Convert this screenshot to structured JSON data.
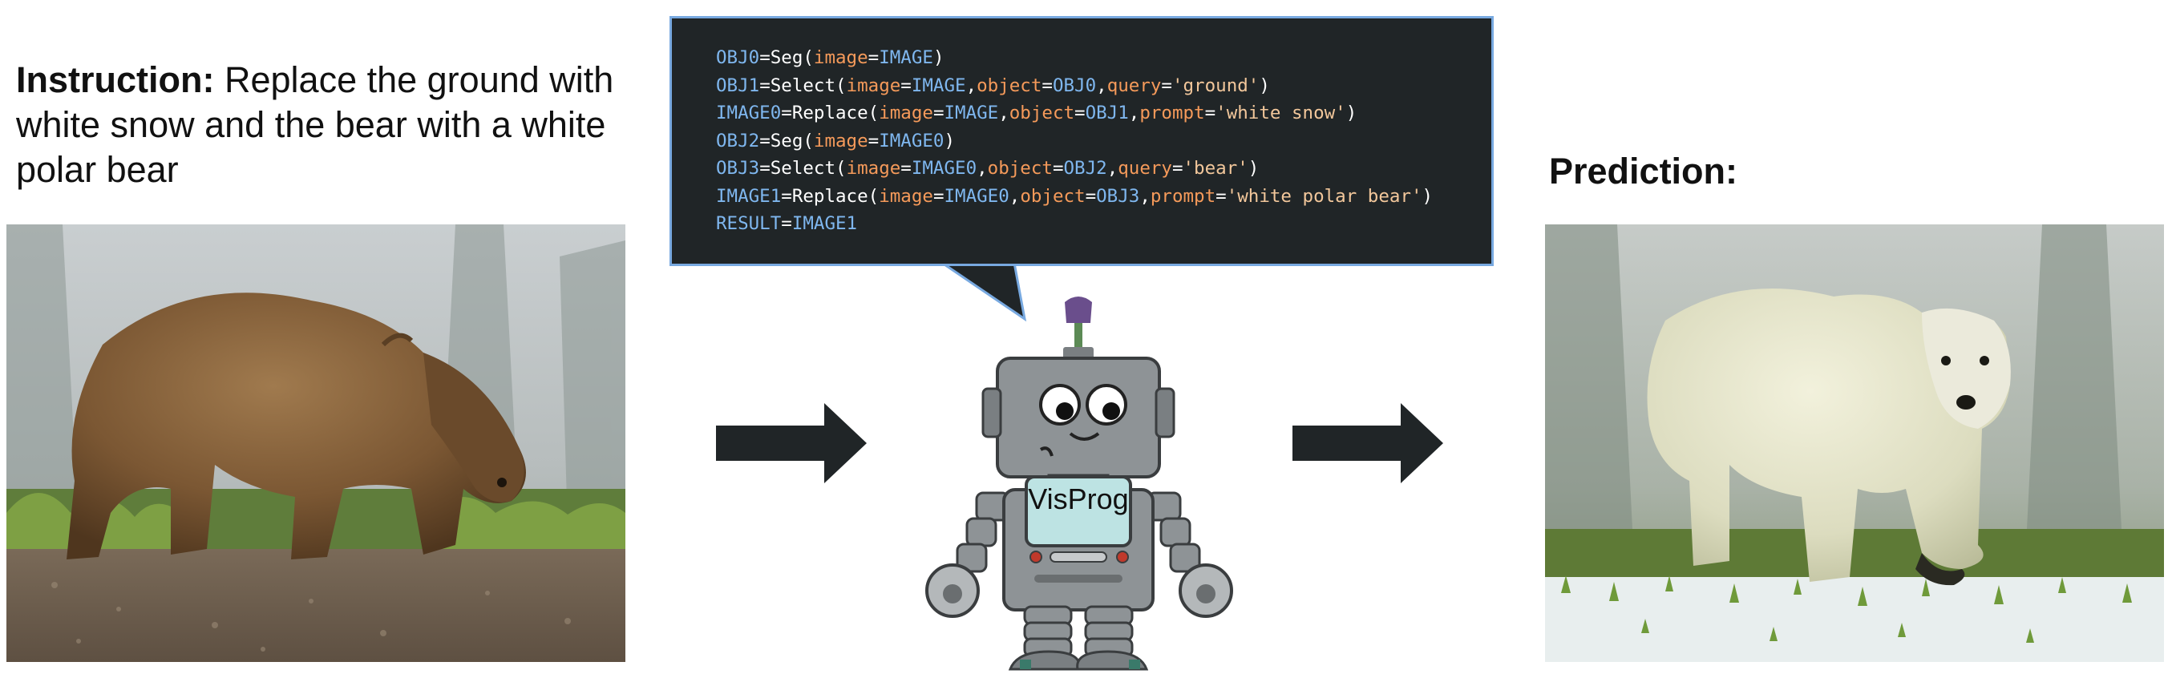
{
  "instruction": {
    "label": "Instruction:",
    "text": " Replace the ground with white snow and the bear with a white polar bear"
  },
  "prediction_label": "Prediction:",
  "program": {
    "lines": [
      [
        [
          "var",
          "OBJ0"
        ],
        [
          "pun",
          "="
        ],
        [
          "fn",
          "Seg"
        ],
        [
          "pun",
          "("
        ],
        [
          "arg",
          "image"
        ],
        [
          "pun",
          "="
        ],
        [
          "var",
          "IMAGE"
        ],
        [
          "pun",
          ")"
        ]
      ],
      [
        [
          "var",
          "OBJ1"
        ],
        [
          "pun",
          "="
        ],
        [
          "fn",
          "Select"
        ],
        [
          "pun",
          "("
        ],
        [
          "arg",
          "image"
        ],
        [
          "pun",
          "="
        ],
        [
          "var",
          "IMAGE"
        ],
        [
          "pun",
          ","
        ],
        [
          "arg",
          "object"
        ],
        [
          "pun",
          "="
        ],
        [
          "var",
          "OBJ0"
        ],
        [
          "pun",
          ","
        ],
        [
          "arg",
          "query"
        ],
        [
          "pun",
          "="
        ],
        [
          "str",
          "'ground'"
        ],
        [
          "pun",
          ")"
        ]
      ],
      [
        [
          "var",
          "IMAGE0"
        ],
        [
          "pun",
          "="
        ],
        [
          "fn",
          "Replace"
        ],
        [
          "pun",
          "("
        ],
        [
          "arg",
          "image"
        ],
        [
          "pun",
          "="
        ],
        [
          "var",
          "IMAGE"
        ],
        [
          "pun",
          ","
        ],
        [
          "arg",
          "object"
        ],
        [
          "pun",
          "="
        ],
        [
          "var",
          "OBJ1"
        ],
        [
          "pun",
          ","
        ],
        [
          "arg",
          "prompt"
        ],
        [
          "pun",
          "="
        ],
        [
          "str",
          "'white snow'"
        ],
        [
          "pun",
          ")"
        ]
      ],
      [
        [
          "var",
          "OBJ2"
        ],
        [
          "pun",
          "="
        ],
        [
          "fn",
          "Seg"
        ],
        [
          "pun",
          "("
        ],
        [
          "arg",
          "image"
        ],
        [
          "pun",
          "="
        ],
        [
          "var",
          "IMAGE0"
        ],
        [
          "pun",
          ")"
        ]
      ],
      [
        [
          "var",
          "OBJ3"
        ],
        [
          "pun",
          "="
        ],
        [
          "fn",
          "Select"
        ],
        [
          "pun",
          "("
        ],
        [
          "arg",
          "image"
        ],
        [
          "pun",
          "="
        ],
        [
          "var",
          "IMAGE0"
        ],
        [
          "pun",
          ","
        ],
        [
          "arg",
          "object"
        ],
        [
          "pun",
          "="
        ],
        [
          "var",
          "OBJ2"
        ],
        [
          "pun",
          ","
        ],
        [
          "arg",
          "query"
        ],
        [
          "pun",
          "="
        ],
        [
          "str",
          "'bear'"
        ],
        [
          "pun",
          ")"
        ]
      ],
      [
        [
          "var",
          "IMAGE1"
        ],
        [
          "pun",
          "="
        ],
        [
          "fn",
          "Replace"
        ],
        [
          "pun",
          "("
        ],
        [
          "arg",
          "image"
        ],
        [
          "pun",
          "="
        ],
        [
          "var",
          "IMAGE0"
        ],
        [
          "pun",
          ","
        ],
        [
          "arg",
          "object"
        ],
        [
          "pun",
          "="
        ],
        [
          "var",
          "OBJ3"
        ],
        [
          "pun",
          ","
        ],
        [
          "arg",
          "prompt"
        ],
        [
          "pun",
          "="
        ],
        [
          "str",
          "'white polar bear'"
        ],
        [
          "pun",
          ")"
        ]
      ],
      [
        [
          "var",
          "RESULT"
        ],
        [
          "pun",
          "="
        ],
        [
          "var",
          "IMAGE1"
        ]
      ]
    ]
  },
  "robot": {
    "label": "VisProg"
  },
  "colors": {
    "code_bg": "#202527",
    "bubble_border": "#78a9e0",
    "arrow": "#202527",
    "robot_body": "#8e9396",
    "robot_screen": "#bde3e3"
  }
}
